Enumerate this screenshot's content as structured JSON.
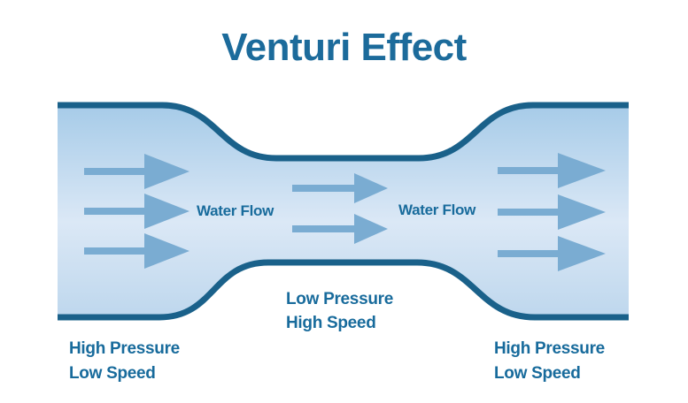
{
  "title": "Venturi Effect",
  "labels": {
    "water_flow_left": "Water Flow",
    "water_flow_right": "Water Flow",
    "throat_line1": "Low Pressure",
    "throat_line2": "High Speed",
    "inlet_line1": "High Pressure",
    "inlet_line2": "Low Speed",
    "outlet_line1": "High Pressure",
    "outlet_line2": "Low Speed"
  },
  "colors": {
    "background": "#ffffff",
    "title_text": "#1c6b9b",
    "label_text": "#186b9c",
    "tube_wall": "#1a618a",
    "tube_fill_top": "#a6cbe8",
    "tube_fill_mid": "#dbe8f6",
    "tube_fill_bottom": "#bed7ed",
    "arrow": "#7aacd2"
  },
  "diagram": {
    "type": "venturi-tube",
    "flow_direction": "left-to-right",
    "arrow_counts": {
      "inlet": 3,
      "throat": 2,
      "outlet": 3
    }
  }
}
